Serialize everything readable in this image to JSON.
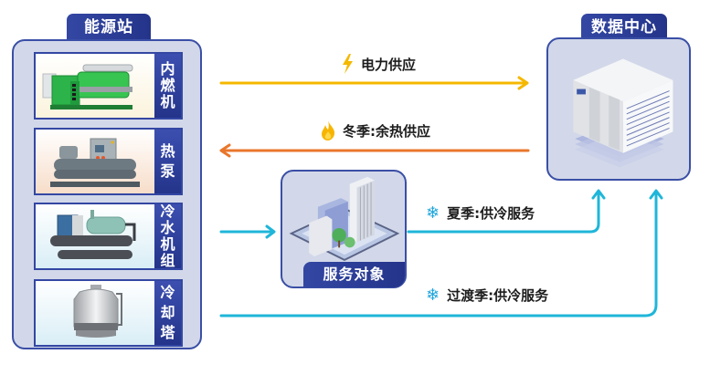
{
  "energy_station": {
    "title": "能源站",
    "units": [
      {
        "name": "internal-combustion-engine",
        "label_chars": [
          "内",
          "燃",
          "机"
        ],
        "label": "内燃机"
      },
      {
        "name": "heat-pump",
        "label_chars": [
          "热",
          "泵"
        ],
        "label": "热泵"
      },
      {
        "name": "chiller",
        "label_chars": [
          "冷",
          "水",
          "机",
          "组"
        ],
        "label": "冷水机组"
      },
      {
        "name": "cooling-tower",
        "label_chars": [
          "冷",
          "却",
          "塔"
        ],
        "label": "冷却塔"
      }
    ]
  },
  "data_center": {
    "title": "数据中心"
  },
  "service_object": {
    "title": "服务对象"
  },
  "flows": {
    "power": {
      "label": "电力供应",
      "icon": "lightning-icon",
      "glyph": "⚡",
      "color": "#f5b800",
      "direction": "energy-station → data-center"
    },
    "heat": {
      "label": "冬季:余热供应",
      "icon": "flame-icon",
      "glyph": "🔥",
      "color": "#e9762b",
      "direction": "data-center → energy-station"
    },
    "summer": {
      "label": "夏季:供冷服务",
      "icon": "snowflake-icon",
      "glyph": "❄",
      "color": "#1fb6d9",
      "direction": "service-object → data-center"
    },
    "transition": {
      "label": "过渡季:供冷服务",
      "icon": "snowflake-icon",
      "glyph": "❄",
      "color": "#1fb6d9",
      "direction": "energy-station → data-center"
    },
    "chiller_to_service": {
      "color": "#1fb6d9",
      "direction": "energy-station → service-object"
    }
  },
  "colors": {
    "brand_blue": "#2a3b94",
    "panel_fill": "#d2d8e9"
  }
}
